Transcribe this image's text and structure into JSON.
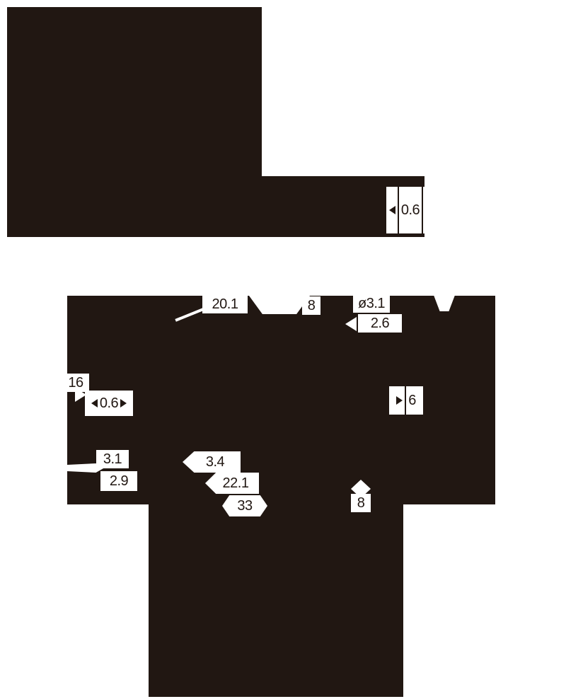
{
  "colors": {
    "background": "#ffffff",
    "ink": "#211712"
  },
  "title": "dimensioned part drawing (inverted print)",
  "dims": {
    "top_right_0_6": "0.6",
    "width_20_1": "20.1",
    "slot_8": "8",
    "dia_3_1": "ø3.1",
    "depth_2_6": "2.6",
    "left_16": "16",
    "left_0_6": "0.6",
    "right_6": "6",
    "low_3_1": "3.1",
    "low_2_9": "2.9",
    "mid_3_4": "3.4",
    "mid_22_1": "22.1",
    "mid_33": "33",
    "low_8": "8"
  }
}
